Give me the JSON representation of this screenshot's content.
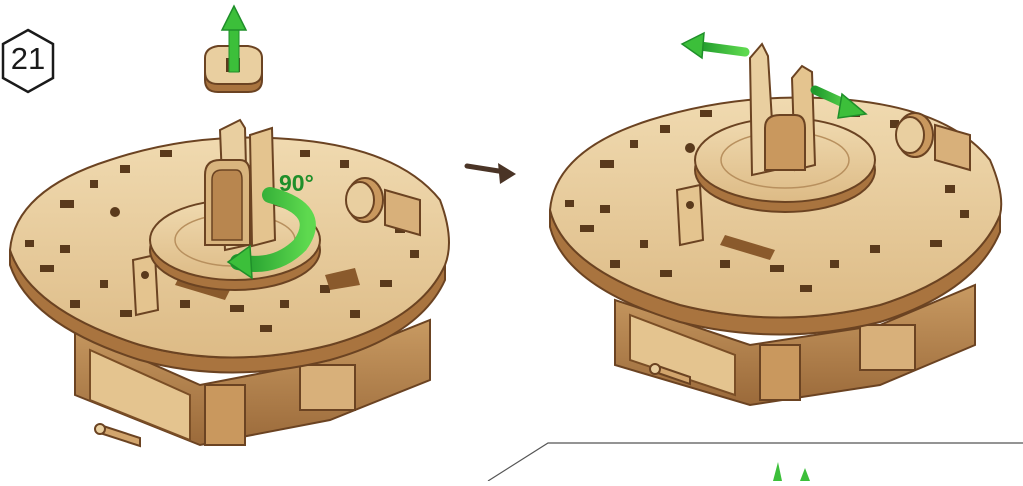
{
  "step": {
    "number": "21"
  },
  "annotations": {
    "rotation_angle": "90°"
  },
  "colors": {
    "wood_light": "#e9cfa0",
    "wood_mid": "#d9b57e",
    "wood_edge": "#8a5a2c",
    "wood_dark": "#5a3a1c",
    "arrow_green": "#3cbf3a",
    "arrow_green_dark": "#1f8f2a",
    "transition_arrow": "#4a3426"
  },
  "icons": [
    "hexagon-step-badge",
    "up-arrow-icon",
    "rotate-arrow-icon",
    "transition-arrow-icon",
    "split-arrow-icon"
  ]
}
